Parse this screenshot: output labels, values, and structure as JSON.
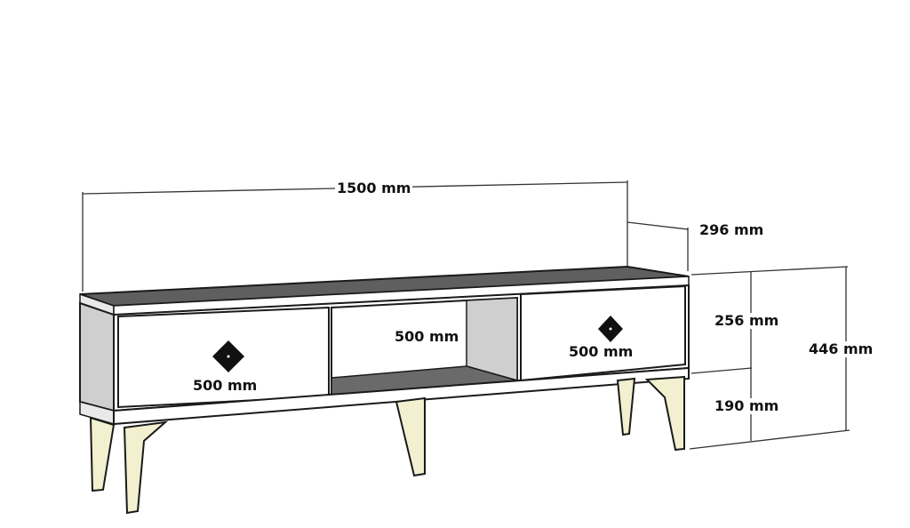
{
  "diagram": {
    "subject": "TV stand dimension drawing",
    "colors": {
      "top_surface": "#5f5f5f",
      "body": "#ffffff",
      "side_panel": "#cfcfcf",
      "shelf": "#6a6a6a",
      "legs": "#f2f0cf",
      "handle": "#111111",
      "outline": "#1a1a1a"
    },
    "dimensions": {
      "width": "1500 mm",
      "depth": "296 mm",
      "body_height": "256 mm",
      "leg_height": "190 mm",
      "total_height": "446 mm",
      "left_door_width": "500 mm",
      "middle_open_width": "500 mm",
      "right_door_width": "500 mm"
    }
  }
}
